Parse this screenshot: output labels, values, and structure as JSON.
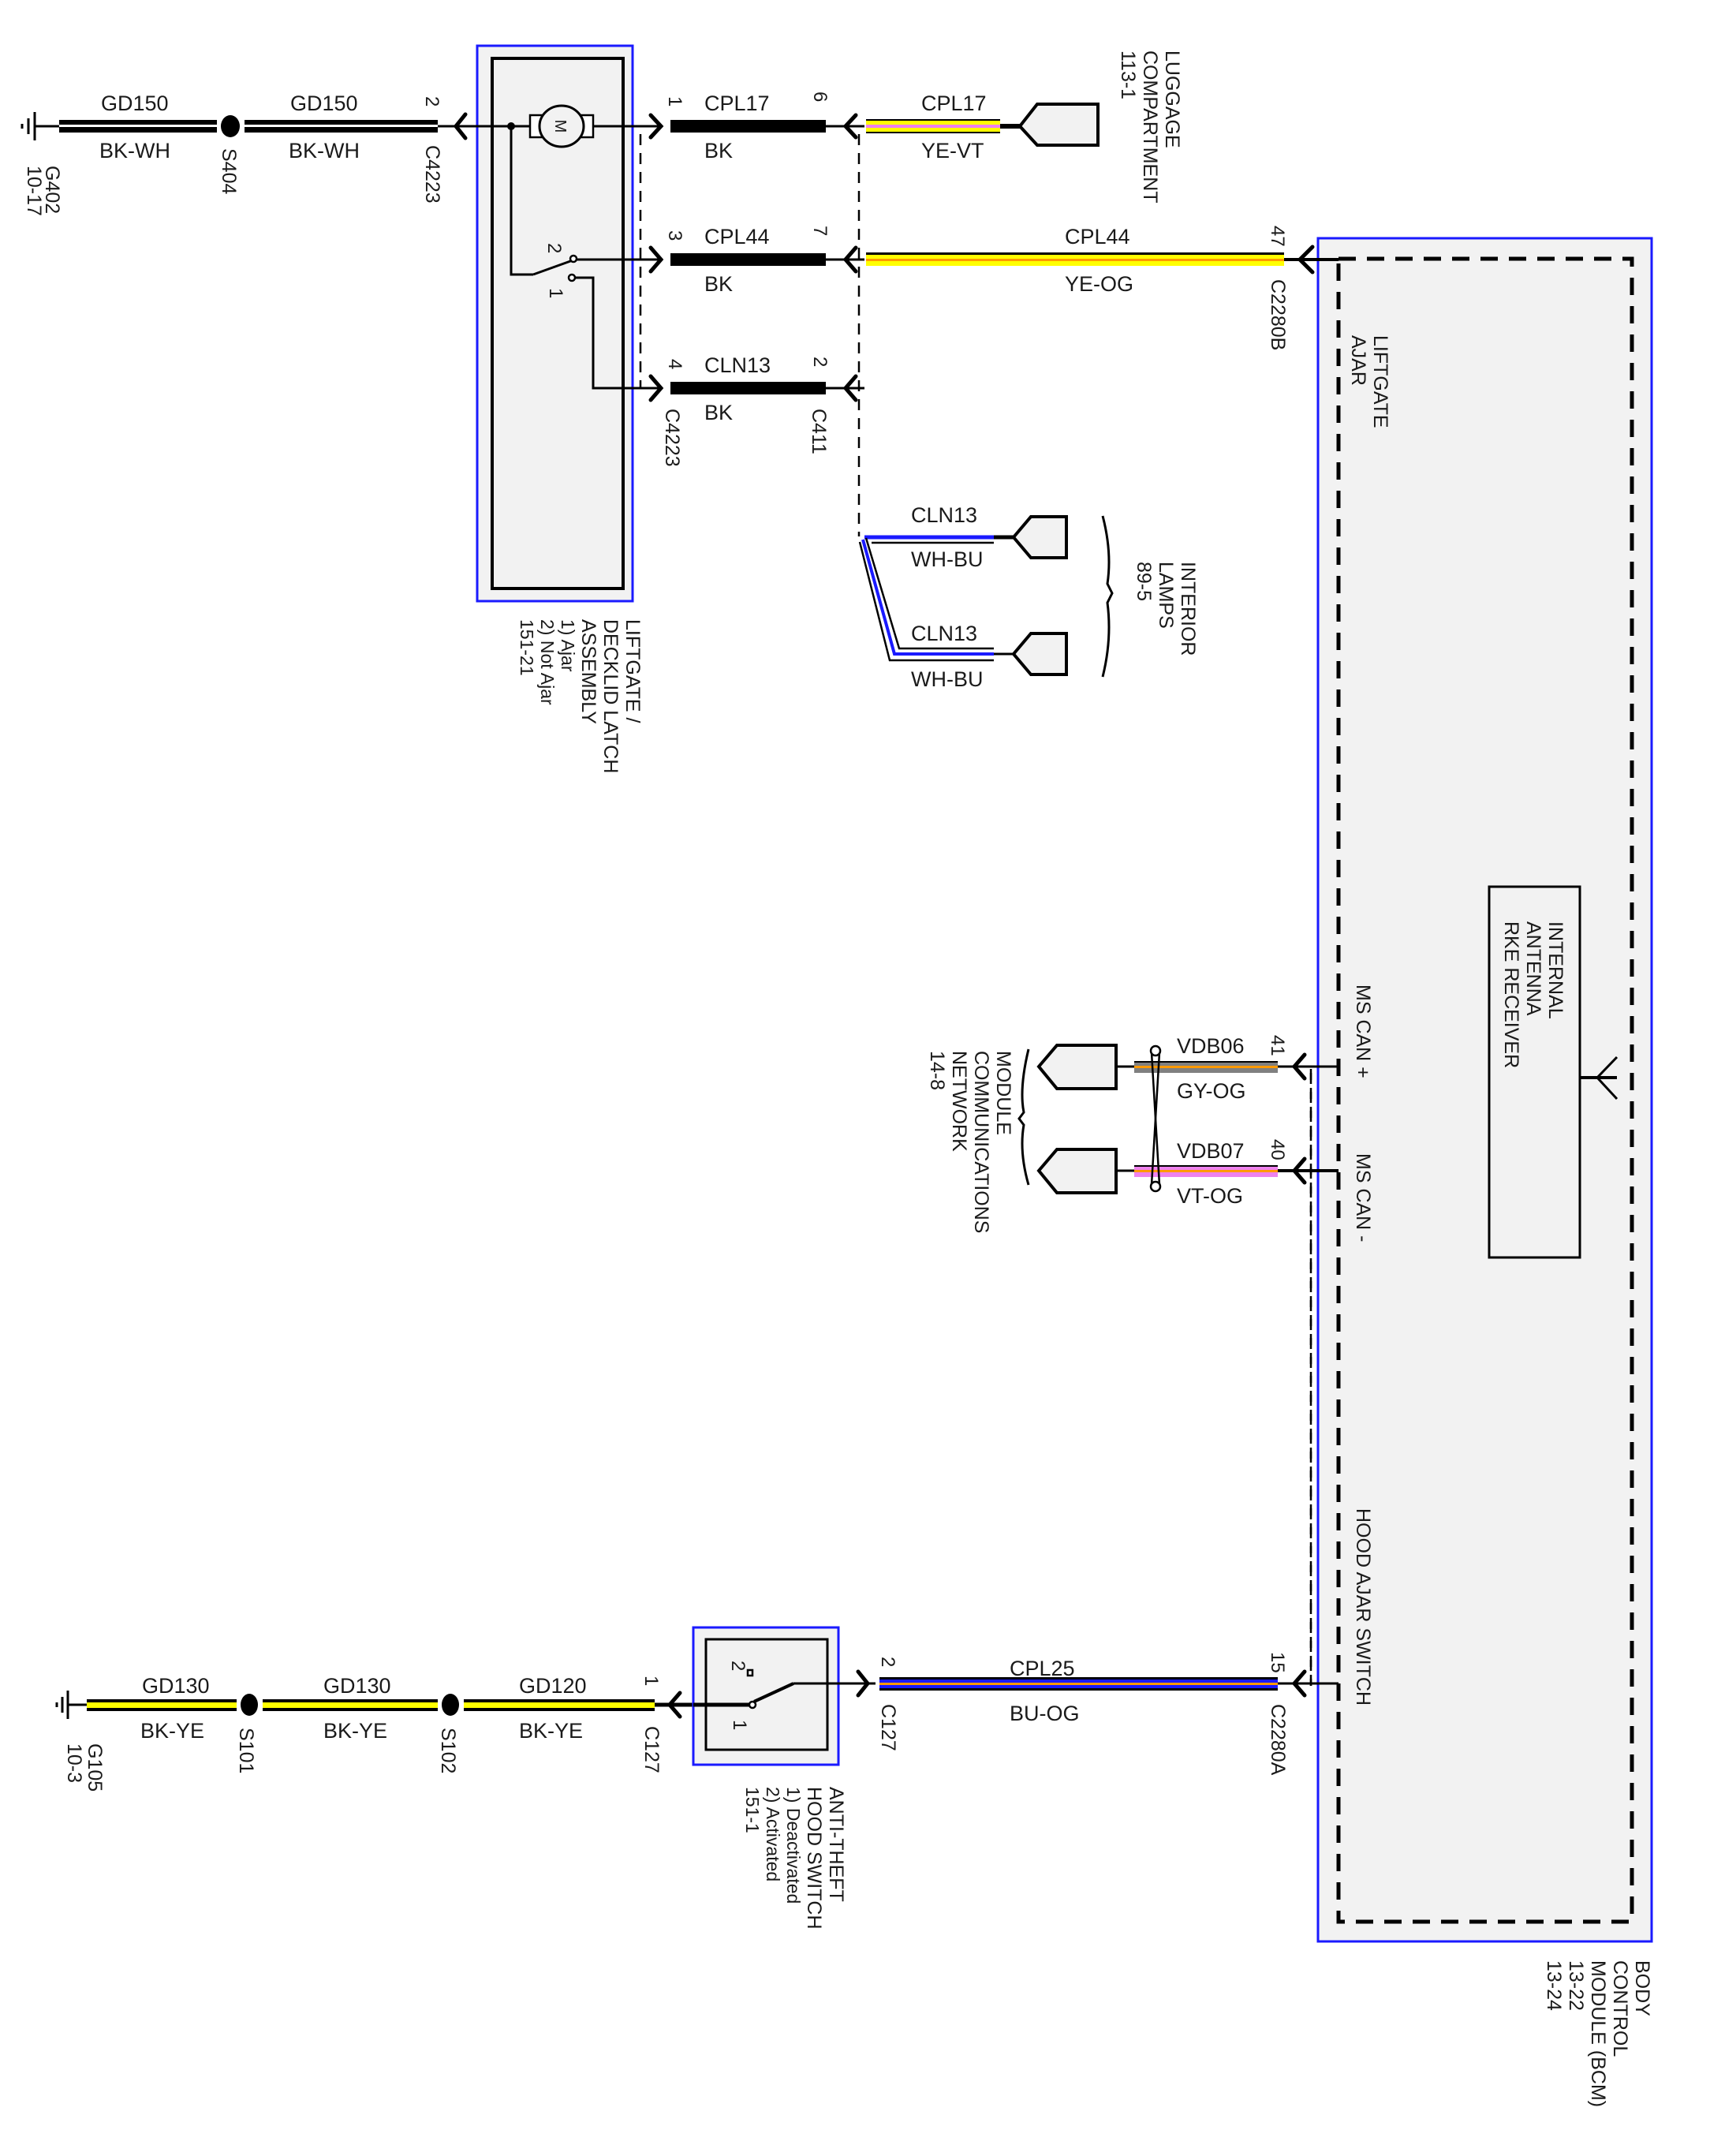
{
  "diagram": {
    "type": "wiring-schematic",
    "colors": {
      "BK": "#000000",
      "WH": "#ffffff",
      "YE": "#ffff00",
      "VT": "#ee82ee",
      "OG": "#ff9900",
      "BU": "#1a1aff",
      "GY": "#808080",
      "module_fill": "#f2f2f2",
      "module_border": "#1a1aff"
    },
    "grounds": [
      {
        "id": "G402",
        "page": "10-17"
      },
      {
        "id": "G105",
        "page": "10-3"
      }
    ],
    "splices": [
      "S404",
      "S101",
      "S102"
    ],
    "top_ground_circuit": {
      "segments": [
        {
          "circuit": "GD150",
          "color": "BK-WH"
        },
        {
          "circuit": "GD150",
          "color": "BK-WH"
        }
      ],
      "connector": {
        "pin": "2",
        "name": "C4223"
      }
    },
    "liftgate_latch": {
      "label_lines": [
        "LIFTGATE /",
        "DECKLID LATCH",
        "ASSEMBLY",
        "1) Ajar",
        "2) Not Ajar",
        "151-21"
      ],
      "motor_label": "M",
      "switch_pins": [
        "2",
        "1"
      ]
    },
    "liftgate_rows": [
      {
        "pin_left": "1",
        "circuit": "CPL17",
        "color": "BK",
        "pin_right": "6"
      },
      {
        "pin_left": "3",
        "circuit": "CPL44",
        "color": "BK",
        "pin_right": "7"
      },
      {
        "pin_left": "4",
        "circuit": "CLN13",
        "color": "BK",
        "pin_right": "2"
      }
    ],
    "liftgate_connectors": {
      "left": "C4223",
      "right": "C411"
    },
    "luggage": {
      "circuit": "CPL17",
      "color": "YE-VT",
      "label_lines": [
        "LUGGAGE",
        "COMPARTMENT",
        "113-1"
      ]
    },
    "liftgate_ajar_wire": {
      "circuit": "CPL44",
      "color": "YE-OG",
      "pin": "47",
      "connector": "C2280B"
    },
    "interior_lamps": {
      "wires": [
        {
          "circuit": "CLN13",
          "color": "WH-BU"
        },
        {
          "circuit": "CLN13",
          "color": "WH-BU"
        }
      ],
      "label_lines": [
        "INTERIOR",
        "LAMPS",
        "89-5"
      ]
    },
    "bcm": {
      "label_lines": [
        "BODY",
        "CONTROL",
        "MODULE (BCM)",
        "13-22",
        "13-24"
      ],
      "inputs": {
        "liftgate_ajar": [
          "LIFTGATE",
          "AJAR"
        ],
        "ms_can_plus": "MS CAN +",
        "ms_can_minus": "MS CAN -",
        "hood_ajar": "HOOD AJAR SWITCH"
      },
      "rke_receiver": [
        "INTERNAL",
        "ANTENNA",
        "RKE RECEIVER"
      ]
    },
    "can_wires": [
      {
        "circuit": "VDB06",
        "color": "GY-OG",
        "pin": "41"
      },
      {
        "circuit": "VDB07",
        "color": "VT-OG",
        "pin": "40"
      }
    ],
    "module_comm": {
      "label_lines": [
        "MODULE",
        "COMMUNICATIONS",
        "NETWORK",
        "14-8"
      ]
    },
    "hood_ground_circuit": {
      "segments": [
        {
          "circuit": "GD130",
          "color": "BK-YE"
        },
        {
          "circuit": "GD130",
          "color": "BK-YE"
        },
        {
          "circuit": "GD120",
          "color": "BK-YE"
        }
      ],
      "connector": {
        "pin": "1",
        "name": "C127"
      }
    },
    "hood_switch": {
      "label_lines": [
        "ANTI-THEFT",
        "HOOD SWITCH",
        "1) Deactivated",
        "2) Activated",
        "151-1"
      ],
      "switch_pins": [
        "2",
        "1"
      ],
      "out_pin": "2",
      "out_connector": "C127"
    },
    "hood_wire": {
      "circuit": "CPL25",
      "color": "BU-OG",
      "pin": "15",
      "connector": "C2280A"
    }
  }
}
